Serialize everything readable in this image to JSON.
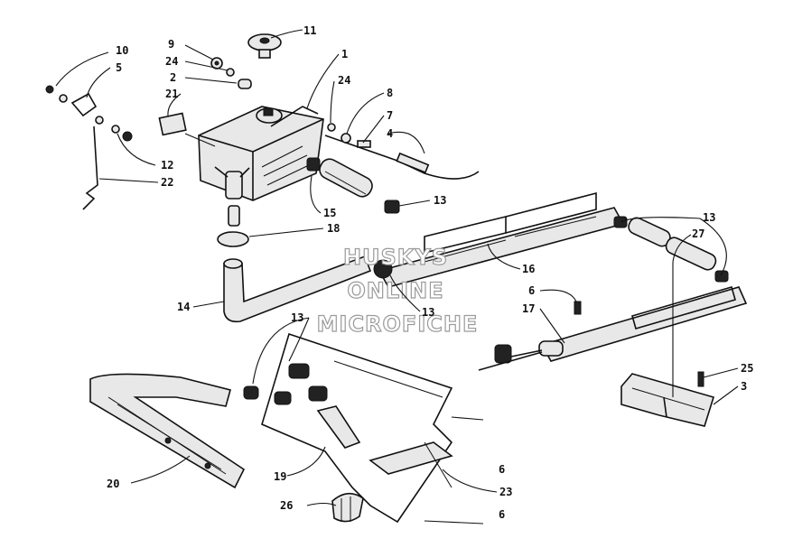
{
  "watermark": [
    "HUSKYS",
    "ONLINE",
    "MICROFICHE"
  ],
  "callouts": [
    {
      "id": "c11",
      "label": "11"
    },
    {
      "id": "c10",
      "label": "10"
    },
    {
      "id": "c5",
      "label": "5"
    },
    {
      "id": "c9",
      "label": "9"
    },
    {
      "id": "c24a",
      "label": "24"
    },
    {
      "id": "c2",
      "label": "2"
    },
    {
      "id": "c21",
      "label": "21"
    },
    {
      "id": "c1",
      "label": "1"
    },
    {
      "id": "c24b",
      "label": "24"
    },
    {
      "id": "c8a",
      "label": "8"
    },
    {
      "id": "c7",
      "label": "7"
    },
    {
      "id": "c4",
      "label": "4"
    },
    {
      "id": "c12",
      "label": "12"
    },
    {
      "id": "c22",
      "label": "22"
    },
    {
      "id": "c13a",
      "label": "13"
    },
    {
      "id": "c15",
      "label": "15"
    },
    {
      "id": "c18",
      "label": "18"
    },
    {
      "id": "c13b",
      "label": "13"
    },
    {
      "id": "c27",
      "label": "27"
    },
    {
      "id": "c16",
      "label": "16"
    },
    {
      "id": "c6a",
      "label": "6"
    },
    {
      "id": "c17",
      "label": "17"
    },
    {
      "id": "c14",
      "label": "14"
    },
    {
      "id": "c13c",
      "label": "13"
    },
    {
      "id": "c13d",
      "label": "13"
    },
    {
      "id": "c25",
      "label": "25"
    },
    {
      "id": "c3",
      "label": "3"
    },
    {
      "id": "c6b",
      "label": "6"
    },
    {
      "id": "c19",
      "label": "19"
    },
    {
      "id": "c20",
      "label": "20"
    },
    {
      "id": "c23",
      "label": "23"
    },
    {
      "id": "c26",
      "label": "26"
    },
    {
      "id": "c6c",
      "label": "6"
    }
  ]
}
